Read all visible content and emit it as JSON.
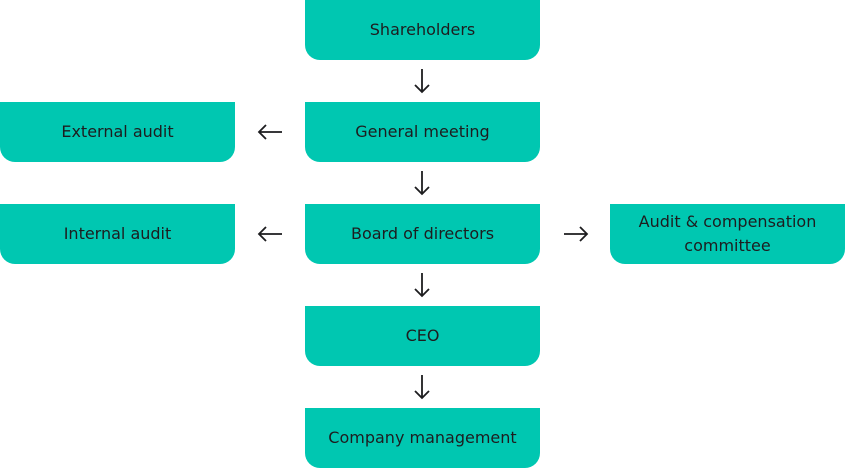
{
  "colors": {
    "box": "#00C7B1",
    "text": "#1d1d1f",
    "arrow": "#1d1d1f"
  },
  "nodes": {
    "shareholders": "Shareholders",
    "general_meeting": "General meeting",
    "external_audit": "External audit",
    "board": "Board of directors",
    "internal_audit": "Internal audit",
    "committee": "Audit & compensation committee",
    "ceo": "CEO",
    "management": "Company management"
  },
  "edges": [
    {
      "from": "Shareholders",
      "to": "General meeting",
      "icon": "arrow-down-icon"
    },
    {
      "from": "General meeting",
      "to": "External audit",
      "icon": "arrow-left-icon"
    },
    {
      "from": "General meeting",
      "to": "Board of directors",
      "icon": "arrow-down-icon"
    },
    {
      "from": "Board of directors",
      "to": "Internal audit",
      "icon": "arrow-left-icon"
    },
    {
      "from": "Board of directors",
      "to": "Audit & compensation committee",
      "icon": "arrow-right-icon"
    },
    {
      "from": "Board of directors",
      "to": "CEO",
      "icon": "arrow-down-icon"
    },
    {
      "from": "CEO",
      "to": "Company management",
      "icon": "arrow-down-icon"
    }
  ]
}
